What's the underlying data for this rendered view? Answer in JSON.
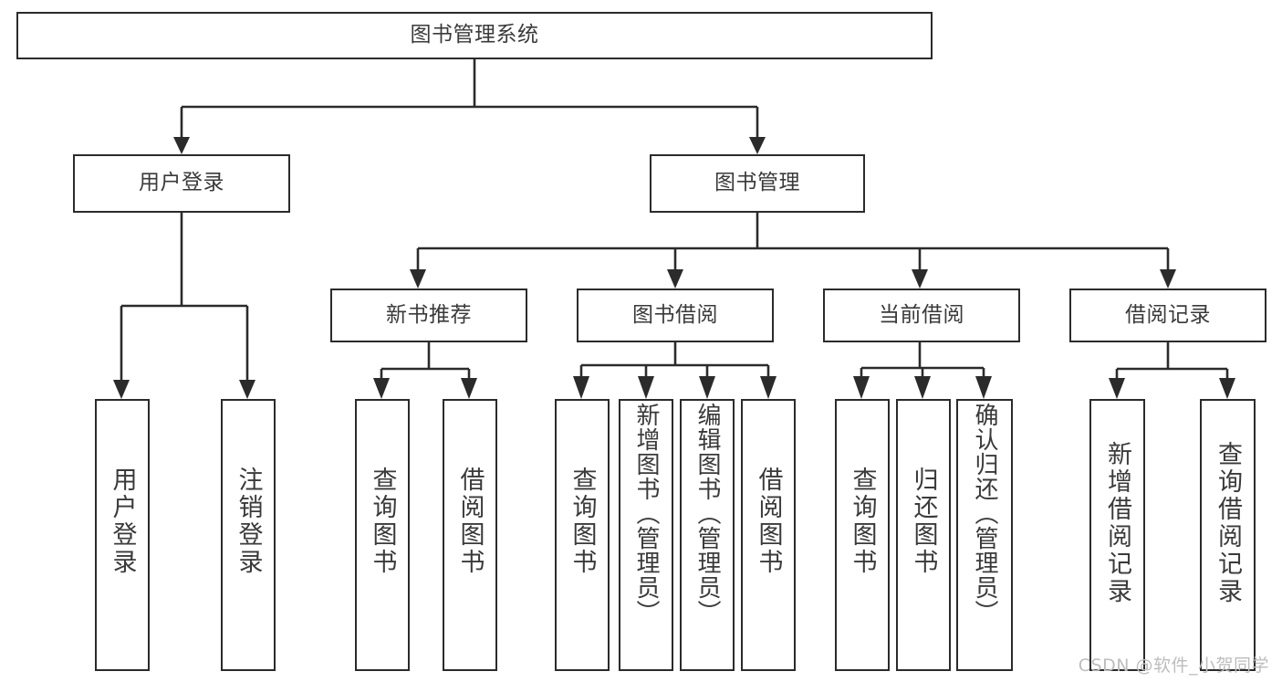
{
  "diagram": {
    "type": "tree-hierarchy-chart",
    "title": "图书管理系统",
    "watermark": "CSDN @软件_小贺同学",
    "colors": {
      "box_border": "#2b2b2b",
      "box_fill": "#ffffff",
      "text": "#3a3a3a",
      "connector": "#2b2b2b",
      "watermark": "#bdbdbd",
      "background": "#ffffff"
    },
    "root": {
      "id": "root",
      "label": "图书管理系统"
    },
    "level2": [
      {
        "id": "user-login",
        "label": "用户登录"
      },
      {
        "id": "book-management",
        "label": "图书管理"
      }
    ],
    "level3": [
      {
        "id": "new-book-recommend",
        "label": "新书推荐",
        "parent": "book-management"
      },
      {
        "id": "book-borrow",
        "label": "图书借阅",
        "parent": "book-management"
      },
      {
        "id": "current-borrow",
        "label": "当前借阅",
        "parent": "book-management"
      },
      {
        "id": "borrow-record",
        "label": "借阅记录",
        "parent": "book-management"
      }
    ],
    "leaves": {
      "user-login": [
        {
          "id": "leaf-user-login",
          "label": "用户登录"
        },
        {
          "id": "leaf-user-logout",
          "label": "注销登录"
        }
      ],
      "new-book-recommend": [
        {
          "id": "leaf-query-book-1",
          "label": "查询图书"
        },
        {
          "id": "leaf-borrow-book-1",
          "label": "借阅图书"
        }
      ],
      "book-borrow": [
        {
          "id": "leaf-query-book-2",
          "label": "查询图书"
        },
        {
          "id": "leaf-add-book",
          "label": "新增图书（管理员）"
        },
        {
          "id": "leaf-edit-book",
          "label": "编辑图书（管理员）"
        },
        {
          "id": "leaf-borrow-book-2",
          "label": "借阅图书"
        }
      ],
      "current-borrow": [
        {
          "id": "leaf-query-book-3",
          "label": "查询图书"
        },
        {
          "id": "leaf-return-book",
          "label": "归还图书"
        },
        {
          "id": "leaf-confirm-return",
          "label": "确认归还（管理员）"
        }
      ],
      "borrow-record": [
        {
          "id": "leaf-add-borrow-record",
          "label": "新增借阅记录"
        },
        {
          "id": "leaf-query-borrow-record",
          "label": "查询借阅记录"
        }
      ]
    }
  }
}
